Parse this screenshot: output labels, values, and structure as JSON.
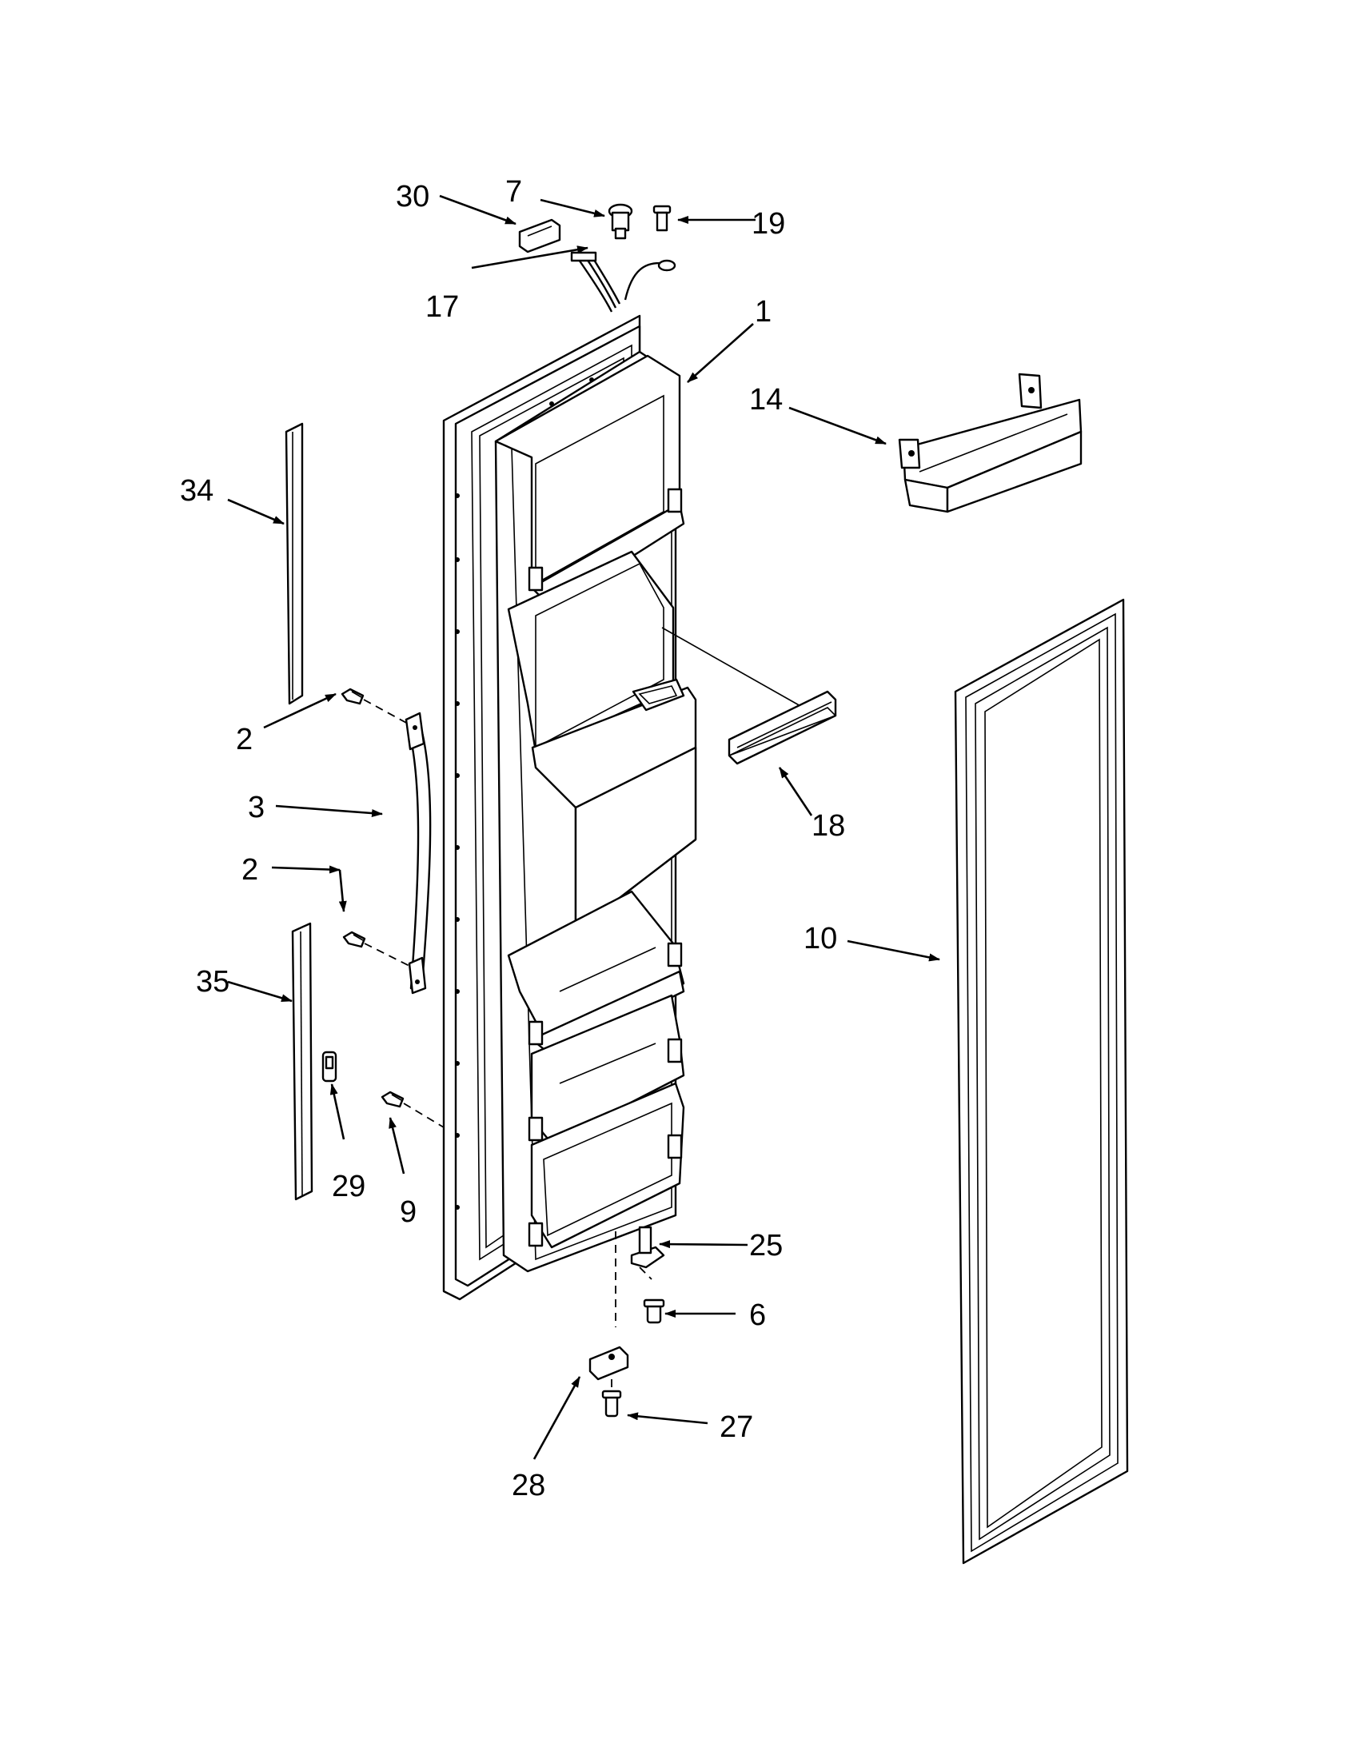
{
  "labels": {
    "p1": "1",
    "p2a": "2",
    "p2b": "2",
    "p3": "3",
    "p6": "6",
    "p7": "7",
    "p9": "9",
    "p10": "10",
    "p14": "14",
    "p17": "17",
    "p18": "18",
    "p19": "19",
    "p25": "25",
    "p27": "27",
    "p28": "28",
    "p29": "29",
    "p30": "30",
    "p34": "34",
    "p35": "35"
  }
}
